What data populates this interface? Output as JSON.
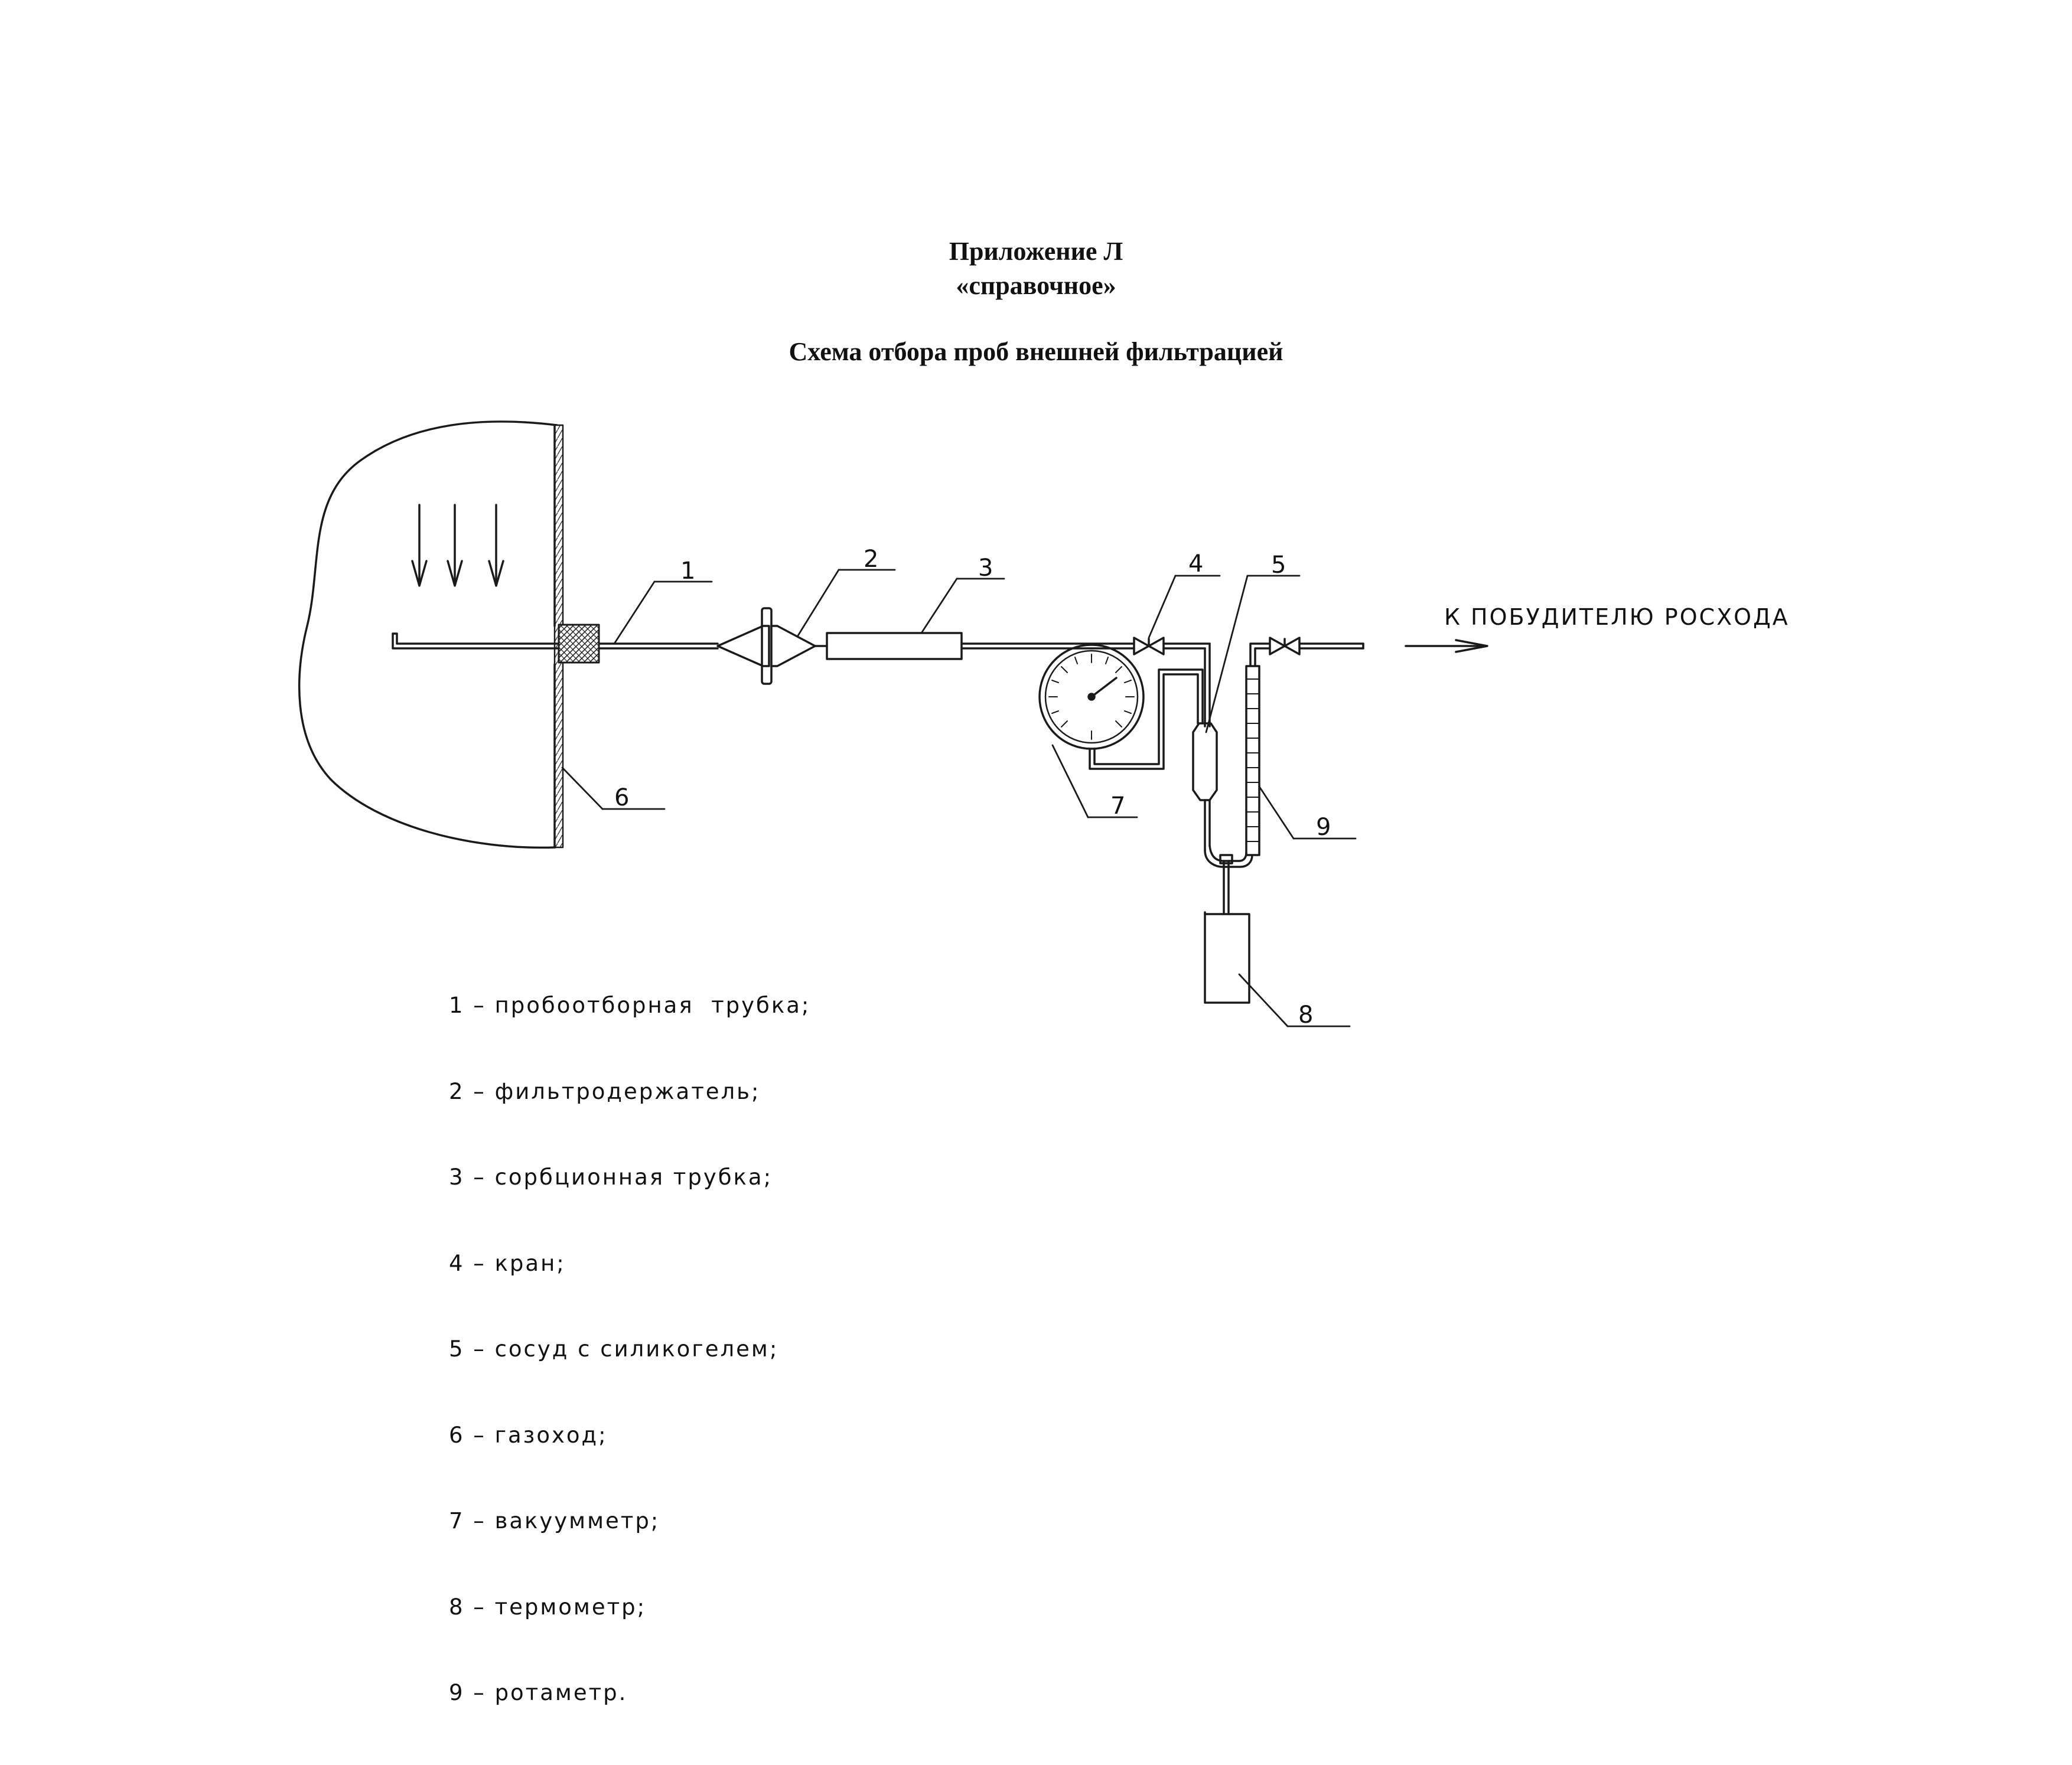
{
  "header": {
    "line1": "Приложение Л",
    "line2": "«справочное»",
    "title": "Схема отбора проб внешней фильтрацией"
  },
  "diagram": {
    "callouts": [
      "1",
      "2",
      "3",
      "4",
      "5",
      "6",
      "7",
      "8",
      "9"
    ],
    "flow_label": "К ПОБУДИТЕЛЮ РОСХОДА"
  },
  "legend": [
    "1 – пробоотборная  трубка;",
    "2 – фильтродержатель;",
    "3 – сорбционная трубка;",
    "4 – кран;",
    "5 – сосуд с силикогелем;",
    "6 – газоход;",
    "7 – вакуумметр;",
    "8 – термометр;",
    "9 – ротаметр."
  ]
}
